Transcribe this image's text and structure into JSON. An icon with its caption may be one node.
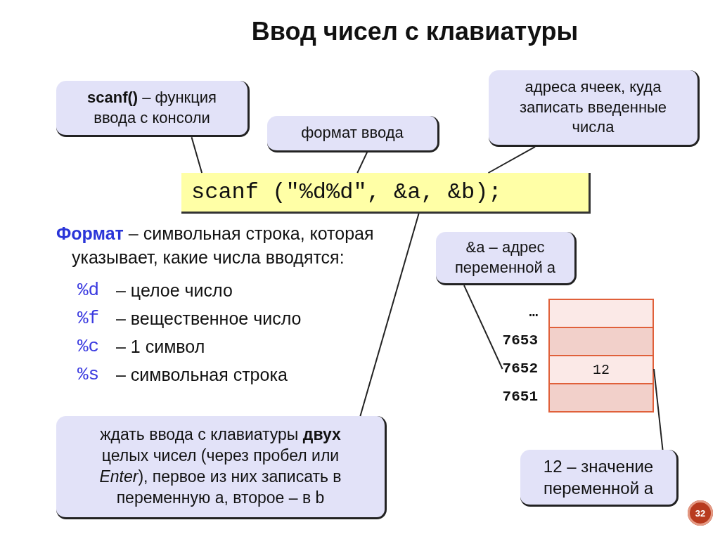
{
  "diagram": {
    "title": "Ввод чисел с клавиатуры",
    "nodes": [
      {
        "text": [
          "**scanf()** – функция ввода с консоли"
        ]
      },
      {
        "text": [
          "формат ввода"
        ]
      },
      {
        "text": [
          "адреса ячеек, куда записать введенные числа"
        ]
      },
      {
        "text": [
          "scanf (\"%d%d\", &a, &b);"
        ]
      },
      {
        "text": [
          "&a – адрес переменной a"
        ]
      },
      {
        "text": [
          "7652"
        ]
      },
      {
        "text": [
          "12"
        ]
      },
      {
        "text": [
          "ждать ввода с клавиатуры **двух** целых чисел (через пробел или *Enter*), первое из них записать в переменную a, второе – в b"
        ]
      },
      {
        "text": [
          "12 – значение переменной a"
        ]
      }
    ],
    "edges": [
      {
        "from": 0,
        "to": 3,
        "arrow": "none"
      },
      {
        "from": 1,
        "to": 3,
        "arrow": "none"
      },
      {
        "from": 2,
        "to": 3,
        "arrow": "none"
      },
      {
        "from": 4,
        "to": 5,
        "arrow": "none"
      },
      {
        "from": 7,
        "to": 3,
        "arrow": "none"
      },
      {
        "from": 8,
        "to": 6,
        "arrow": "none"
      }
    ],
    "labels": [
      "**Формат** – символьная строка, которая указывает, какие числа вводятся:",
      "%d",
      "– целое число",
      "%f",
      "– вещественное число",
      "%c",
      "– 1 символ",
      "%s",
      "– символьная строка",
      "…",
      "7653",
      "7651",
      "32"
    ]
  }
}
